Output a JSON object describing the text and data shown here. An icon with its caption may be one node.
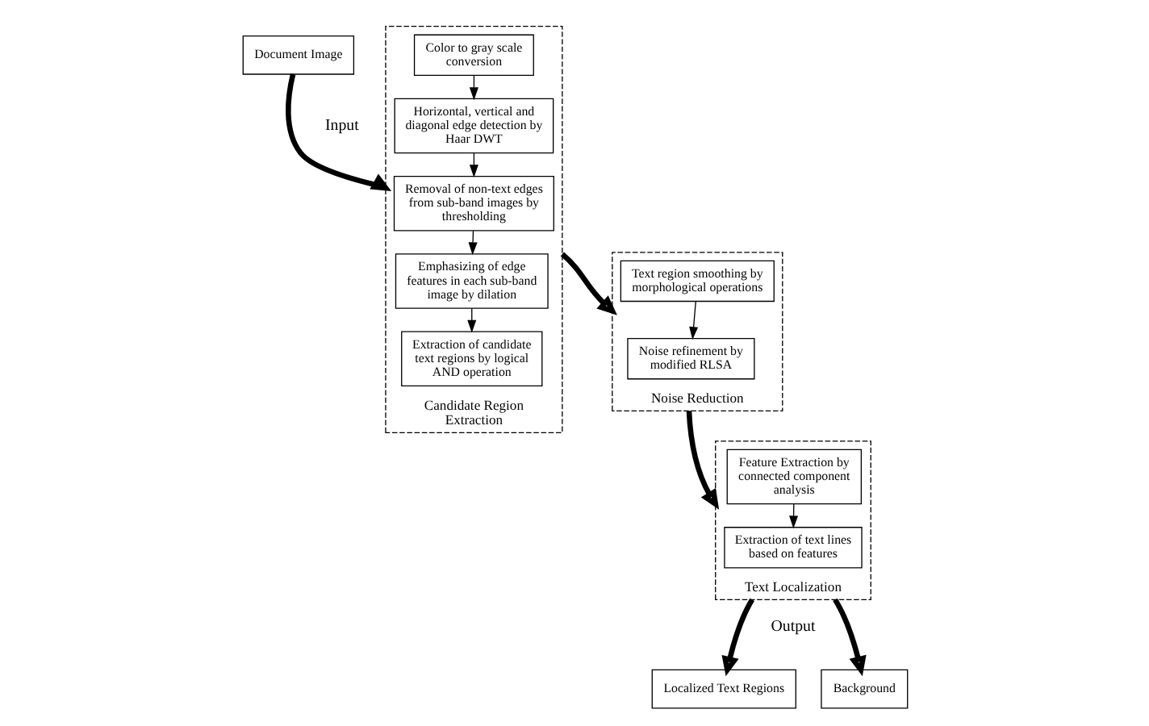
{
  "diagram": {
    "nodes": [
      {
        "text": [
          "Document Image"
        ]
      },
      {
        "text": [
          "Candidate Region Extraction"
        ]
      },
      {
        "text": [
          "Color to gray scale conversion"
        ],
        "in": 1
      },
      {
        "text": [
          "Horizontal, vertical and diagonal edge detection by Haar DWT"
        ],
        "in": 1
      },
      {
        "text": [
          "Removal of non-text edges from sub-band images by thresholding"
        ],
        "in": 1
      },
      {
        "text": [
          "Emphasizing of edge features in each sub-band image by dilation"
        ],
        "in": 1
      },
      {
        "text": [
          "Extraction of candidate text regions by logical AND operation"
        ],
        "in": 1
      },
      {
        "text": [
          "Noise Reduction"
        ]
      },
      {
        "text": [
          "Text region smoothing by morphological operations"
        ],
        "in": 7
      },
      {
        "text": [
          "Noise refinement by modified RLSA"
        ],
        "in": 7
      },
      {
        "text": [
          "Text Localization"
        ]
      },
      {
        "text": [
          "Feature Extraction by connected component analysis"
        ],
        "in": 10
      },
      {
        "text": [
          "Extraction of text lines based on features"
        ],
        "in": 10
      },
      {
        "text": [
          "Localized Text Regions"
        ]
      },
      {
        "text": [
          "Background"
        ]
      }
    ],
    "edges": [
      {
        "from": 0,
        "to": 1,
        "arrow": "to",
        "style": "thick"
      },
      {
        "from": 2,
        "to": 3,
        "arrow": "to"
      },
      {
        "from": 3,
        "to": 4,
        "arrow": "to"
      },
      {
        "from": 4,
        "to": 5,
        "arrow": "to"
      },
      {
        "from": 5,
        "to": 6,
        "arrow": "to"
      },
      {
        "from": 1,
        "to": 7,
        "arrow": "to",
        "style": "thick"
      },
      {
        "from": 8,
        "to": 9,
        "arrow": "to"
      },
      {
        "from": 7,
        "to": 10,
        "arrow": "to",
        "style": "thick"
      },
      {
        "from": 11,
        "to": 12,
        "arrow": "to"
      },
      {
        "from": 10,
        "to": 13,
        "arrow": "to",
        "style": "thick"
      },
      {
        "from": 10,
        "to": 14,
        "arrow": "to",
        "style": "thick"
      }
    ],
    "labels": [
      "Input",
      "Output"
    ]
  }
}
